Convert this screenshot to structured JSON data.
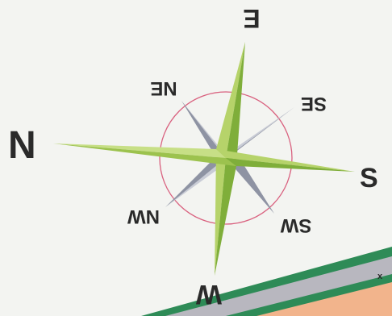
{
  "compass": {
    "north": "N",
    "south": "S",
    "east": "E",
    "west": "W",
    "northeast": "NE",
    "southeast": "SE",
    "northwest": "NW",
    "southwest": "SW"
  },
  "map_edge": {
    "label": "x"
  },
  "colors": {
    "background": "#f3f4f1",
    "star_light": "#b6d36a",
    "star_dark": "#7fae3a",
    "ordinal_light": "#c9ccd6",
    "ordinal_dark": "#8e93a3",
    "ring": "#d9617f",
    "road_green": "#2e8b57",
    "road_gray": "#b8b7bf",
    "land_orange": "#f2b48c"
  }
}
